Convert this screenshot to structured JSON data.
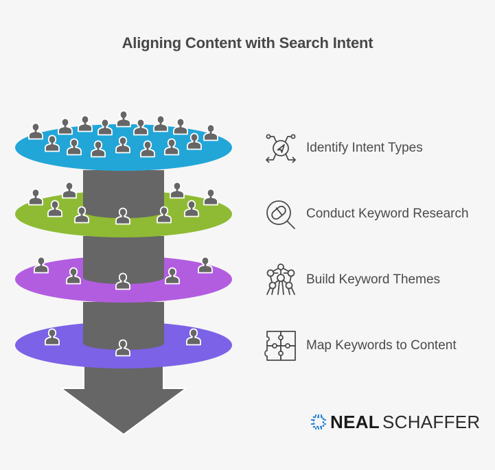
{
  "title": "Aligning Content with Search Intent",
  "colors": {
    "background": "#f6f6f6",
    "column": "#666666",
    "person": "#666666",
    "text": "#4a4a4a",
    "brand_dot": "#2f86d6"
  },
  "layers": [
    {
      "name": "identify-intent-types",
      "color": "#22a6d8",
      "person_count": 17
    },
    {
      "name": "conduct-keyword-research",
      "color": "#8fbb34",
      "person_count": 10
    },
    {
      "name": "build-keyword-themes",
      "color": "#b25de0",
      "person_count": 5
    },
    {
      "name": "map-keywords-to-content",
      "color": "#7b62e6",
      "person_count": 3
    }
  ],
  "steps": [
    {
      "label": "Identify Intent Types",
      "icon": "compass-navigation-icon"
    },
    {
      "label": "Conduct Keyword Research",
      "icon": "magnifier-pill-icon"
    },
    {
      "label": "Build Keyword Themes",
      "icon": "molecule-structure-icon"
    },
    {
      "label": "Map Keywords to Content",
      "icon": "puzzle-pieces-icon"
    }
  ],
  "brand": {
    "first": "NEAL",
    "last": "SCHAFFER"
  }
}
